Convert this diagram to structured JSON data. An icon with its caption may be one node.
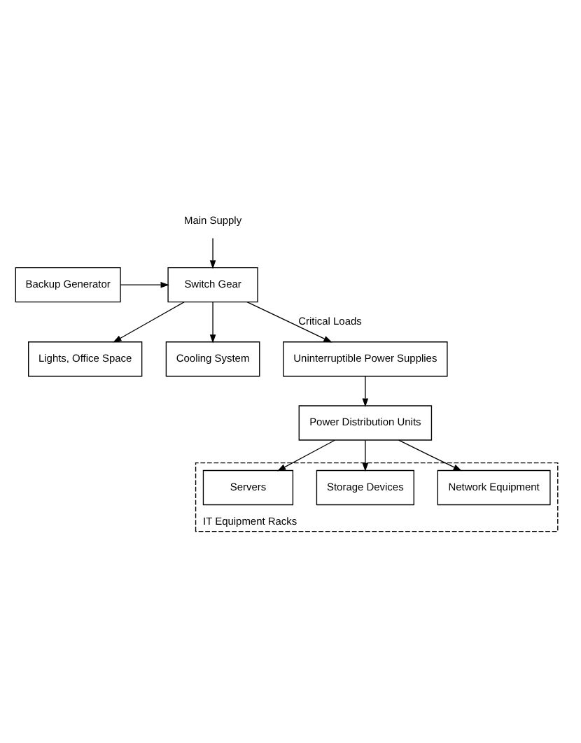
{
  "diagram": {
    "nodes": [
      {
        "text": [
          "Main Supply"
        ]
      },
      {
        "text": [
          "Backup Generator"
        ]
      },
      {
        "text": [
          "Switch Gear"
        ]
      },
      {
        "text": [
          "Lights, Office Space"
        ]
      },
      {
        "text": [
          "Cooling System"
        ]
      },
      {
        "text": [
          "Uninterruptible Power Supplies"
        ]
      },
      {
        "text": [
          "Power Distribution Units"
        ]
      },
      {
        "text": [
          "IT Equipment Racks"
        ]
      },
      {
        "text": [
          "Servers"
        ],
        "in": 7
      },
      {
        "text": [
          "Storage Devices"
        ],
        "in": 7
      },
      {
        "text": [
          "Network Equipment"
        ],
        "in": 7
      }
    ],
    "edges": [
      {
        "from": 0,
        "to": 2,
        "arrow": "to"
      },
      {
        "from": 1,
        "to": 2,
        "arrow": "to"
      },
      {
        "from": 2,
        "to": 3,
        "arrow": "to"
      },
      {
        "from": 2,
        "to": 4,
        "arrow": "to"
      },
      {
        "from": 2,
        "to": 5,
        "arrow": "to",
        "label": "Critical Loads"
      },
      {
        "from": 5,
        "to": 6,
        "arrow": "to"
      },
      {
        "from": 6,
        "to": 8,
        "arrow": "to"
      },
      {
        "from": 6,
        "to": 9,
        "arrow": "to"
      },
      {
        "from": 6,
        "to": 10,
        "arrow": "to"
      }
    ]
  }
}
